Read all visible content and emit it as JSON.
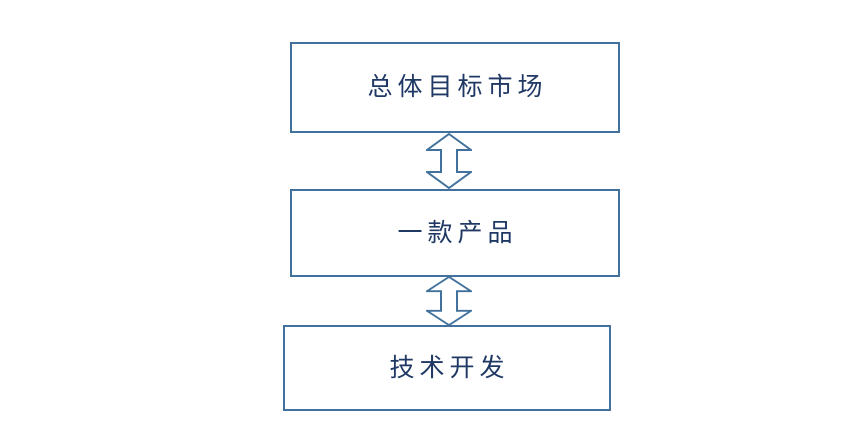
{
  "diagram": {
    "background_color": "#ffffff",
    "box_border_color": "#41719C",
    "box_fill_color": "#ffffff",
    "text_color": "#1F3864",
    "nodes": [
      {
        "id": "top",
        "label": "总体目标市场"
      },
      {
        "id": "middle",
        "label": "一款产品"
      },
      {
        "id": "bottom",
        "label": "技术开发"
      }
    ],
    "connectors": [
      {
        "icon": "up-down-arrow-icon",
        "from": "top",
        "to": "middle",
        "style": "outlined double-headed vertical arrow"
      },
      {
        "icon": "up-down-arrow-icon",
        "from": "middle",
        "to": "bottom",
        "style": "outlined double-headed vertical arrow"
      }
    ]
  }
}
